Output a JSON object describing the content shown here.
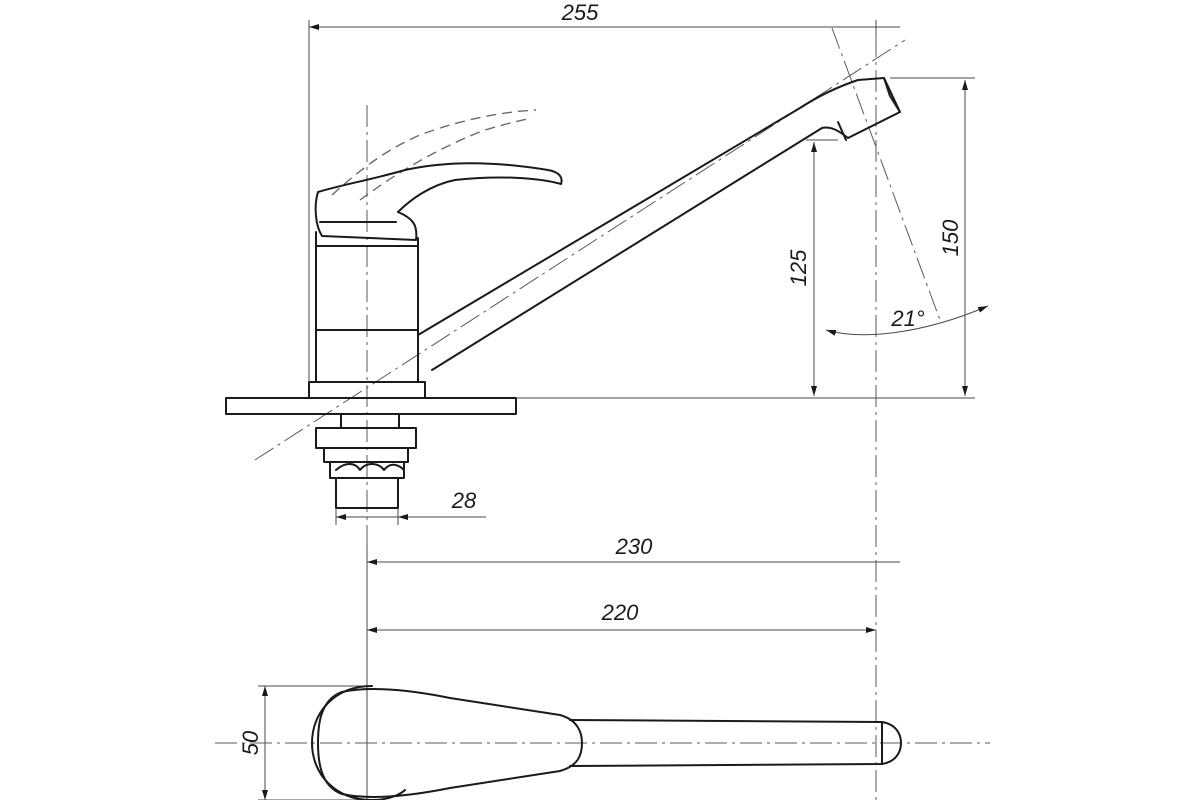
{
  "dimensions": {
    "overall_length": "255",
    "spout_height": "150",
    "outlet_height": "125",
    "spout_angle": "21°",
    "thread_diameter": "28",
    "reach_230": "230",
    "reach_220": "220",
    "body_width": "50"
  },
  "colors": {
    "line": "#1a1a1a",
    "thin_line": "#4a4a4a",
    "background": "#ffffff"
  }
}
